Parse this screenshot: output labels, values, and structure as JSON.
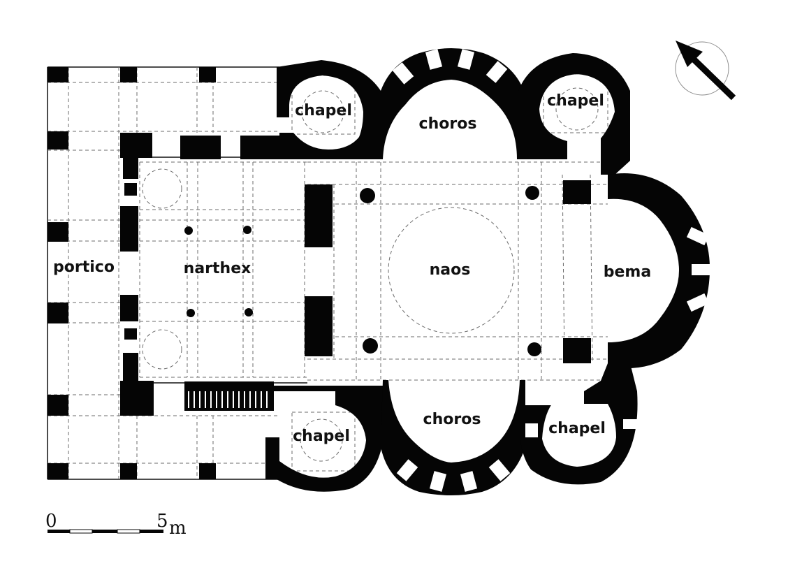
{
  "labels": {
    "portico": "portico",
    "narthex": "narthex",
    "naos": "naos",
    "bema": "bema",
    "choros_north": "choros",
    "choros_south": "choros",
    "chapel_nw": "chapel",
    "chapel_ne": "chapel",
    "chapel_sw": "chapel",
    "chapel_se": "chapel"
  },
  "scale_bar": {
    "start": "0",
    "end": "5",
    "unit": "m"
  },
  "north_arrow": {
    "icon": "north-arrow-icon"
  }
}
